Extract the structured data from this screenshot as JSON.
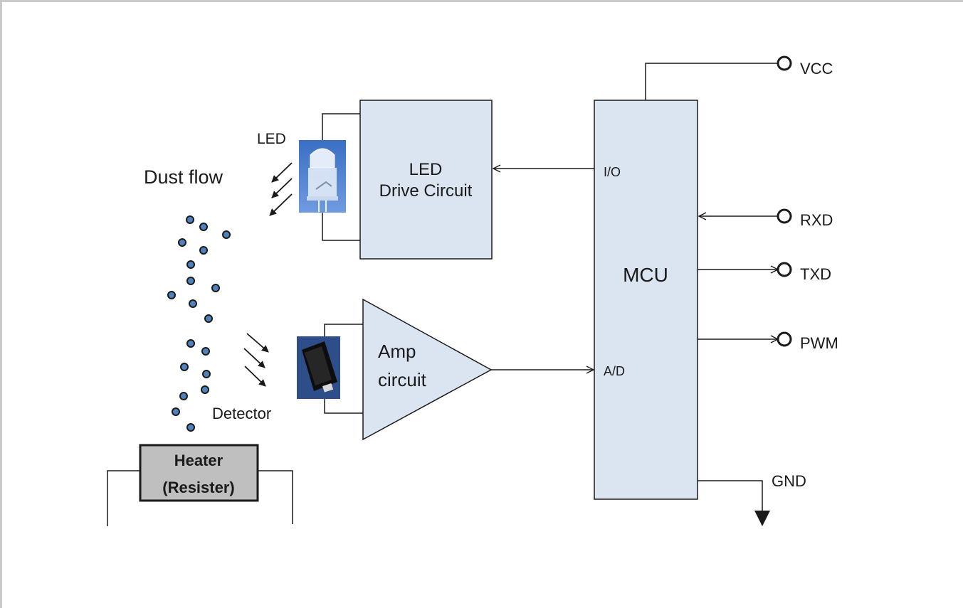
{
  "blocks": {
    "led_drive": [
      "LED",
      "Drive Circuit"
    ],
    "mcu": "MCU",
    "amp": [
      "Amp",
      "circuit"
    ],
    "heater": [
      "Heater",
      "(Resister)"
    ]
  },
  "labels": {
    "led": "LED",
    "dust_flow": "Dust flow",
    "detector": "Detector",
    "io": "I/O",
    "ad": "A/D"
  },
  "pins": {
    "vcc": "VCC",
    "rxd": "RXD",
    "txd": "TXD",
    "pwm": "PWM",
    "gnd": "GND"
  },
  "colors": {
    "block_fill": "#dbe5f1",
    "heater_fill": "#bfbfbf",
    "particle": "#4f81bd",
    "line": "#1a1a1a"
  }
}
